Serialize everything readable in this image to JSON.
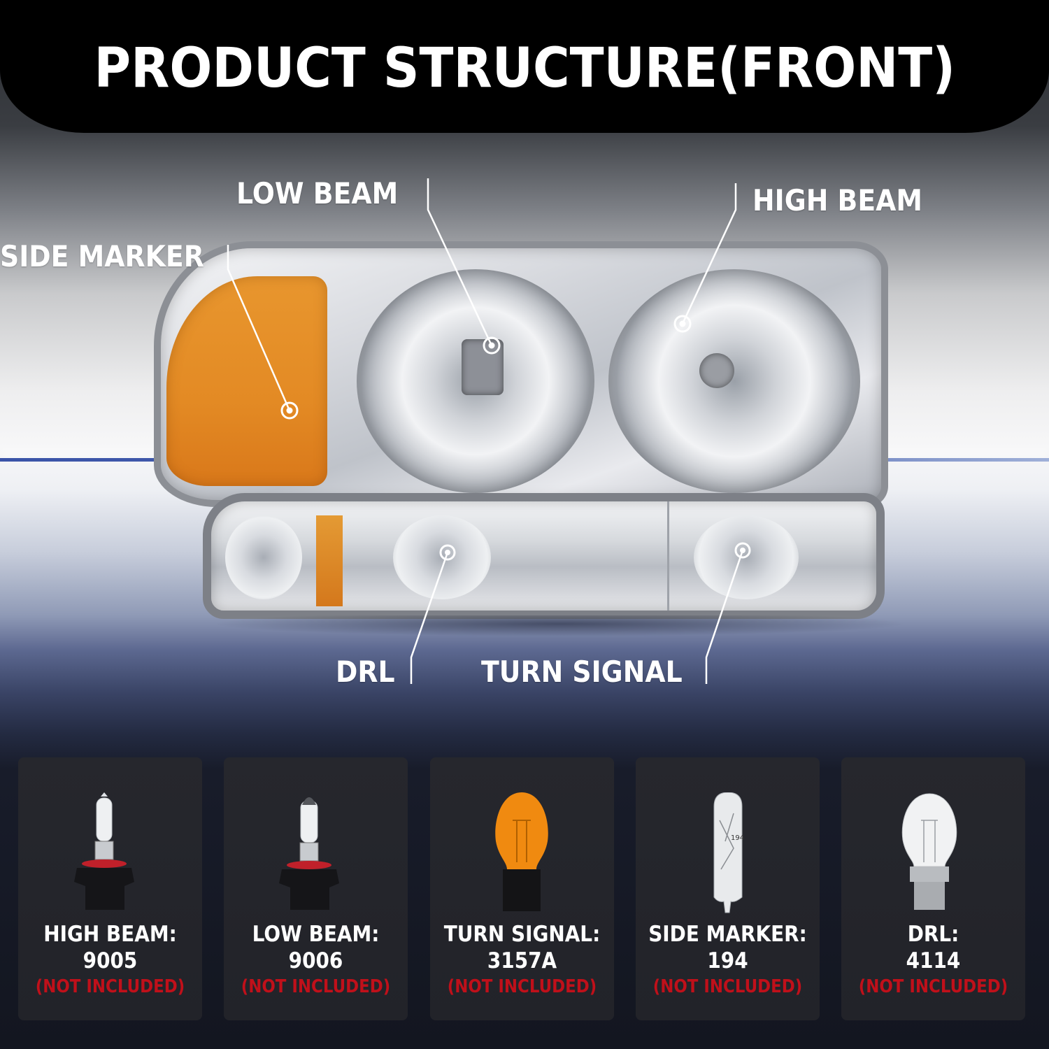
{
  "header": {
    "title": "PRODUCT STRUCTURE(FRONT)"
  },
  "callouts": {
    "low_beam": "LOW BEAM",
    "high_beam": "HIGH BEAM",
    "side_marker": "SIDE MARKER",
    "drl": "DRL",
    "turn_signal": "TURN SIGNAL"
  },
  "bulbs": [
    {
      "name": "HIGH BEAM:",
      "code": "9005",
      "note": "(NOT INCLUDED)",
      "icon": "hb3-halogen-bulb-icon"
    },
    {
      "name": "LOW BEAM:",
      "code": "9006",
      "note": "(NOT INCLUDED)",
      "icon": "hb4-halogen-bulb-icon"
    },
    {
      "name": "TURN SIGNAL:",
      "code": "3157A",
      "note": "(NOT INCLUDED)",
      "icon": "amber-wedge-bulb-icon"
    },
    {
      "name": "SIDE MARKER:",
      "code": "194",
      "note": "(NOT INCLUDED)",
      "icon": "t10-wedge-bulb-icon"
    },
    {
      "name": "DRL:",
      "code": "4114",
      "note": "(NOT INCLUDED)",
      "icon": "clear-wedge-bulb-icon"
    }
  ],
  "colors": {
    "banner_bg": "#000000",
    "note_red": "#c0101a",
    "amber": "#e38a24",
    "card_bg": "#24252b"
  }
}
